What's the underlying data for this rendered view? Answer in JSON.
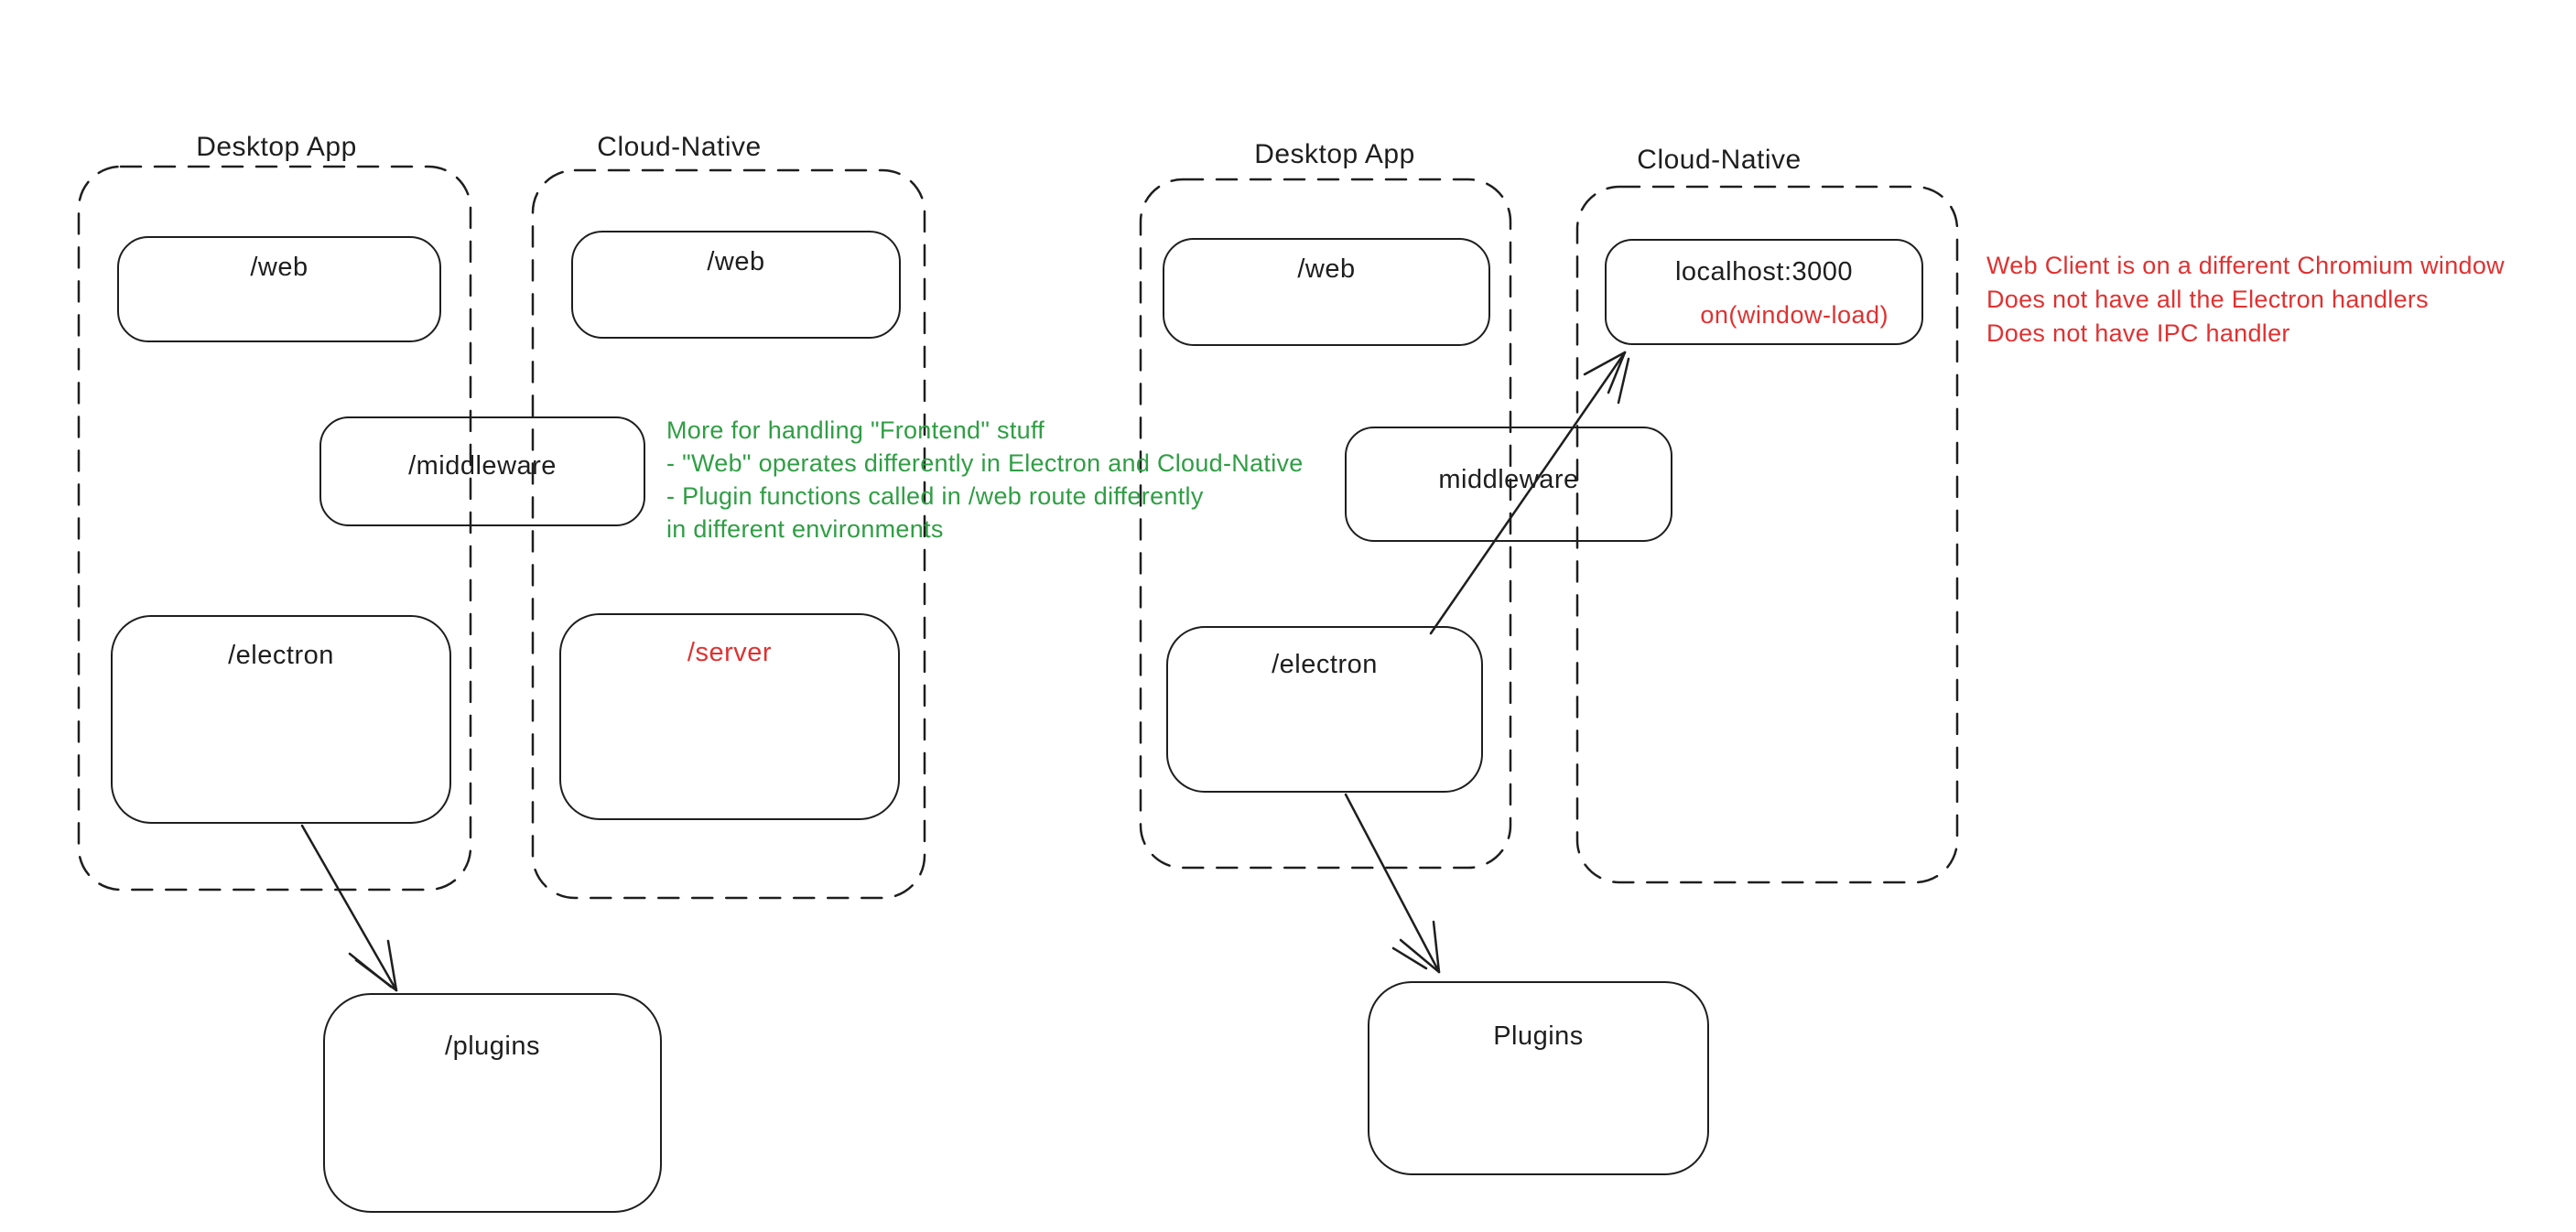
{
  "colors": {
    "ink": "#1e1e1e",
    "green": "#2f9e44",
    "red": "#e03131",
    "background": "#ffffff"
  },
  "left": {
    "desktop": {
      "label": "Desktop App",
      "web": "/web",
      "electron": "/electron"
    },
    "cloud": {
      "label": "Cloud-Native",
      "web": "/web",
      "server": "/server"
    },
    "middleware": "/middleware",
    "plugins": "/plugins",
    "note": {
      "lines": [
        "More for handling \"Frontend\" stuff",
        "- \"Web\" operates differently in Electron and Cloud-Native",
        "- Plugin functions called in /web route differently",
        "in different environments"
      ]
    }
  },
  "right": {
    "desktop": {
      "label": "Desktop App",
      "web": "/web",
      "electron": "/electron"
    },
    "cloud": {
      "label": "Cloud-Native",
      "localhost": "localhost:3000",
      "window_load": "on(window-load)"
    },
    "middleware": "middleware",
    "plugins": "Plugins",
    "note": {
      "lines": [
        "Web Client is on a different Chromium window",
        "Does not have all the Electron handlers",
        "Does not have IPC handler"
      ]
    }
  }
}
